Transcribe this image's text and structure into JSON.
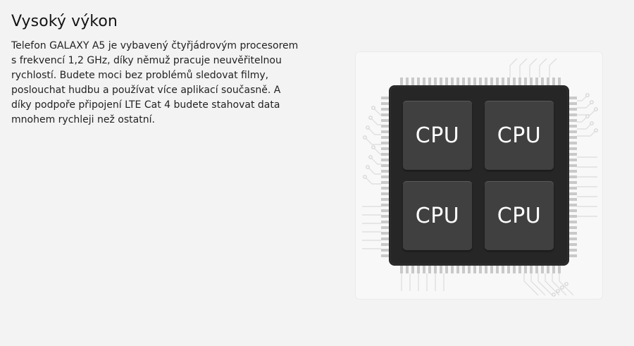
{
  "section": {
    "title": "Vysoký výkon",
    "description": "Telefon GALAXY A5 je vybavený čtyřjádrovým procesorem s frekvencí 1,2 GHz, díky němuž pracuje neuvěřitelnou rychlostí. Budete moci bez problémů sledovat filmy, poslouchat hudbu a používat více aplikací současně. A díky podpoře připojení LTE Cat 4 budete stahovat data mnohem rychleji než ostatní."
  },
  "illustration": {
    "cores": [
      {
        "label": "CPU"
      },
      {
        "label": "CPU"
      },
      {
        "label": "CPU"
      },
      {
        "label": "CPU"
      }
    ],
    "colors": {
      "chip_body": "#262626",
      "core": "#404040",
      "core_text": "#ffffff",
      "pins": "#c9c9c9",
      "traces": "#dcdcdc",
      "panel": "#f8f8f8"
    }
  }
}
